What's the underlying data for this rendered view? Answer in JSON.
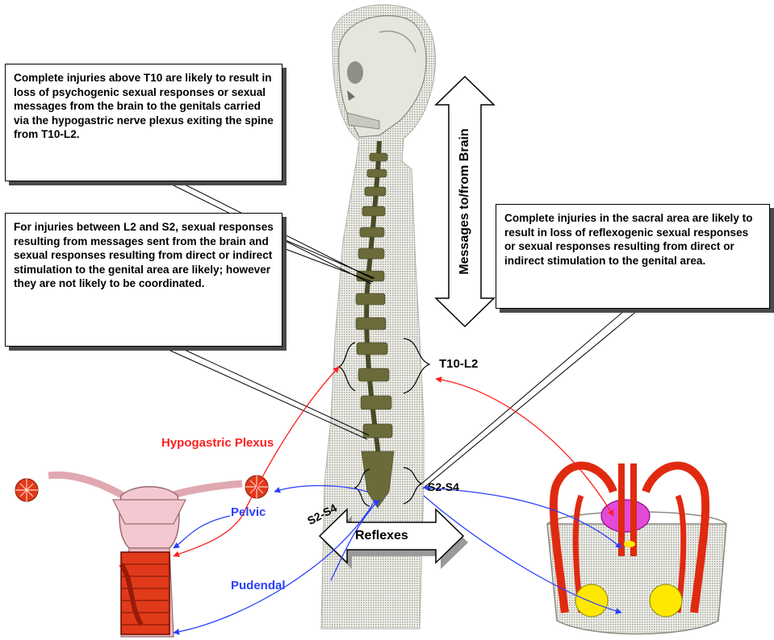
{
  "callouts": {
    "top": "Complete injuries above T10 are likely to result in loss of psychogenic sexual responses or sexual messages from the brain to the genitals carried via the hypogastric nerve plexus exiting the spine from T10-L2.",
    "middle": "For injuries between L2 and S2, sexual responses resulting from messages sent from the brain and sexual responses resulting from direct or indirect stimulation to the genital area are likely; however they are not likely to be coordinated.",
    "right": "Complete injuries in the sacral area are likely to result in loss of reflexogenic sexual responses or sexual responses resulting from direct or indirect stimulation to the genital area."
  },
  "labels": {
    "messages": "Messages to/from Brain",
    "t10_l2": "T10-L2",
    "hypogastric": "Hypogastric Plexus",
    "pelvic": "Pelvic",
    "pudendal": "Pudendal",
    "s2_s4_right": "S2-S4",
    "s2_s4_left": "S2-S4",
    "reflexes": "Reflexes"
  },
  "colors": {
    "hypogastric": "#ff2020",
    "nerve_blue": "#2a3fff",
    "spine": "#6b6b3a",
    "organ_red": "#e02a10",
    "body_gray": "#bdbdb4"
  }
}
